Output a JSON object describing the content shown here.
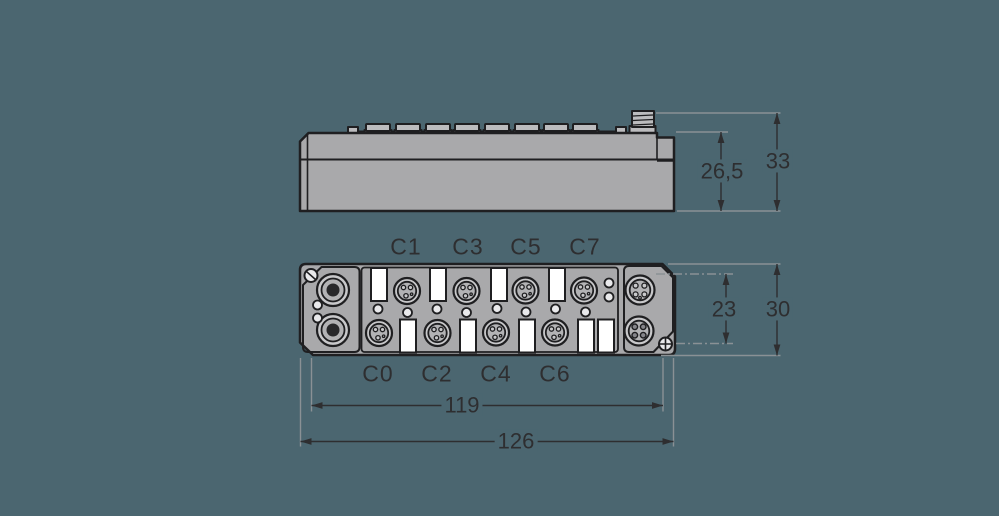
{
  "drawing_title": "fieldbus-io-module-dimension-drawing",
  "colors": {
    "bg": "#4B6670",
    "body": "#A9A9AB",
    "body-light": "#BCBCBE",
    "ring1": "#C9C9CB",
    "ring2": "#B3B3B5",
    "ink": "#1F1F21",
    "hole": "#E9E9EB",
    "dark-core": "#29292B",
    "dim": "#2E2E30",
    "ext": "#8A9195",
    "white": "#FFFFFF",
    "pin-dark": "#85858A"
  },
  "labels": {
    "top": [
      "C1",
      "C3",
      "C5",
      "C7"
    ],
    "bottom": [
      "C0",
      "C2",
      "C4",
      "C6"
    ]
  },
  "dimensions": {
    "side_body_height": "26,5",
    "side_total_height": "33",
    "front_hole_spacing_vertical": "23",
    "front_total_height": "30",
    "front_hole_spacing_horizontal": "119",
    "front_total_width": "126"
  }
}
